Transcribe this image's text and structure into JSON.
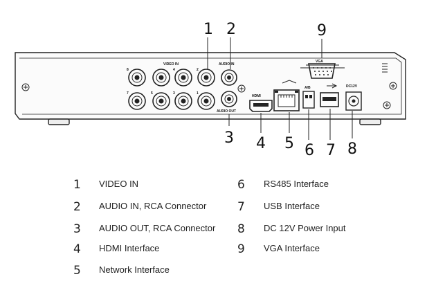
{
  "panel_labels": {
    "video_in": "VIDEO IN",
    "audio_in": "AUDIO IN",
    "audio_out": "AUDIO OUT",
    "hdmi": "HDMI",
    "ab": "A/B",
    "dc12v": "DC12V",
    "vga": "VGA",
    "bnc_numbers": [
      "8",
      "4",
      "2",
      "7",
      "5",
      "3",
      "1"
    ]
  },
  "callouts": [
    "1",
    "2",
    "3",
    "4",
    "5",
    "6",
    "7",
    "8",
    "9"
  ],
  "legend": [
    {
      "num": "1",
      "text": "VIDEO IN"
    },
    {
      "num": "2",
      "text": "AUDIO IN, RCA Connector"
    },
    {
      "num": "3",
      "text": "AUDIO OUT, RCA Connector"
    },
    {
      "num": "4",
      "text": "HDMI Interface"
    },
    {
      "num": "5",
      "text": "Network Interface"
    },
    {
      "num": "6",
      "text": "RS485 Interface"
    },
    {
      "num": "7",
      "text": "USB Interface"
    },
    {
      "num": "8",
      "text": "DC 12V Power Input"
    },
    {
      "num": "9",
      "text": "VGA Interface"
    }
  ]
}
